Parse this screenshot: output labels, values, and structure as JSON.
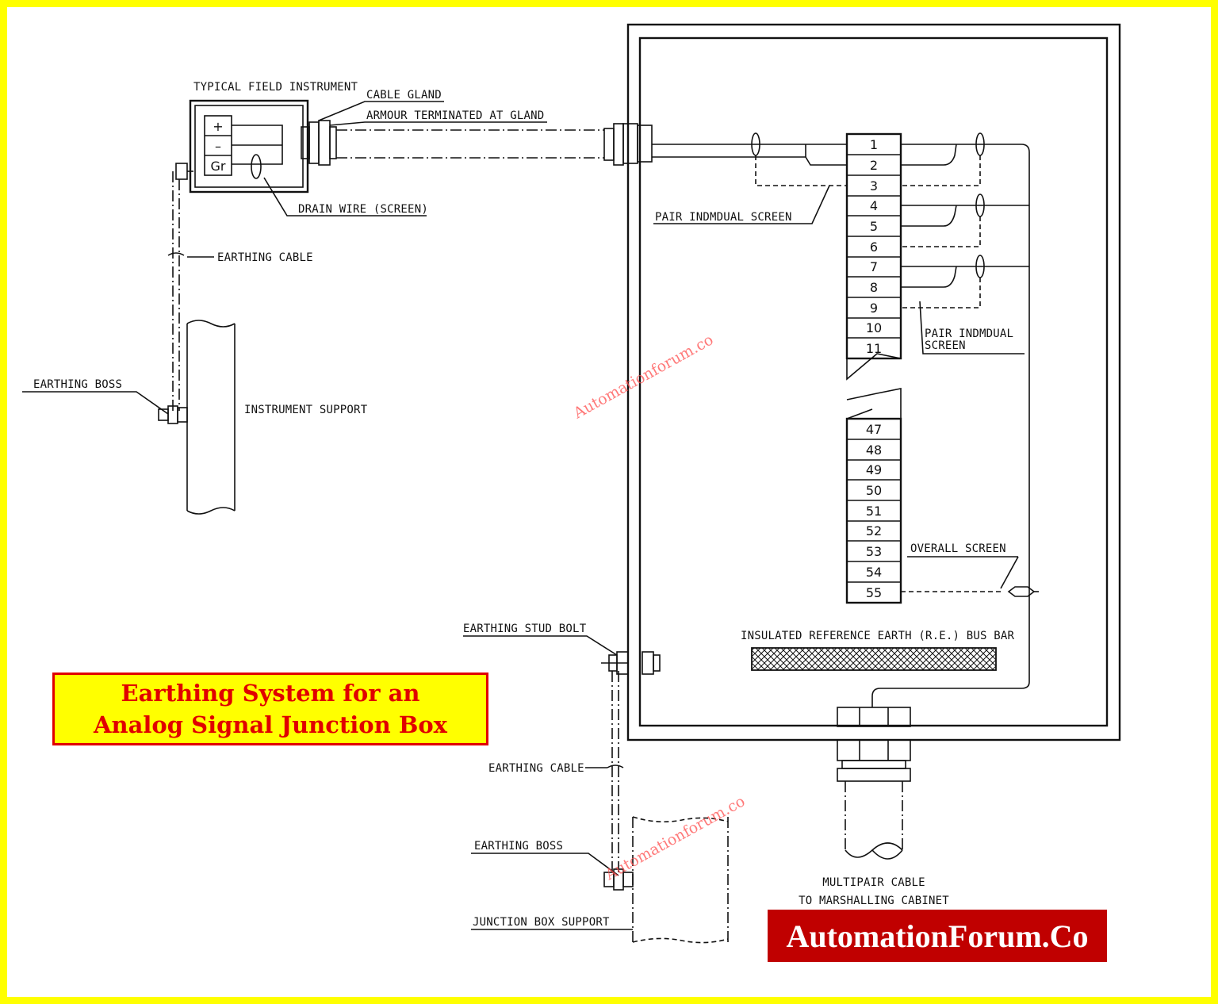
{
  "labels": {
    "field_instrument": "TYPICAL FIELD INSTRUMENT",
    "cable_gland": "CABLE GLAND",
    "armour": "ARMOUR TERMINATED AT GLAND",
    "drain_wire": "DRAIN WIRE (SCREEN)",
    "earthing_cable_top": "EARTHING CABLE",
    "earthing_boss_top": "EARTHING BOSS",
    "instrument_support": "INSTRUMENT SUPPORT",
    "pair_screen_left": "PAIR INDMDUAL SCREEN",
    "pair_screen_right_1": "PAIR INDMDUAL",
    "pair_screen_right_2": "SCREEN",
    "overall_screen": "OVERALL SCREEN",
    "bus_bar": "INSULATED REFERENCE EARTH (R.E.) BUS BAR",
    "earthing_stud_bolt": "EARTHING STUD BOLT",
    "earthing_cable_bottom": "EARTHING CABLE",
    "earthing_boss_bottom": "EARTHING BOSS",
    "jb_support": "JUNCTION BOX SUPPORT",
    "multipair_1": "MULTIPAIR CABLE",
    "multipair_2": "TO MARSHALLING CABINET"
  },
  "instrument_terminals": [
    "+",
    "–",
    "Gr"
  ],
  "terminals_top": [
    "1",
    "2",
    "3",
    "4",
    "5",
    "6",
    "7",
    "8",
    "9",
    "10",
    "11"
  ],
  "terminals_bottom": [
    "47",
    "48",
    "49",
    "50",
    "51",
    "52",
    "53",
    "54",
    "55"
  ],
  "title": {
    "line1": "Earthing System for an",
    "line2": "Analog Signal Junction Box"
  },
  "brand": "AutomationForum.Co",
  "watermark": "Automationforum.co",
  "colors": {
    "frame": "#ffff00",
    "title_text": "#e00000",
    "brand_bg": "#c00000",
    "watermark": "#ff4d4d"
  }
}
